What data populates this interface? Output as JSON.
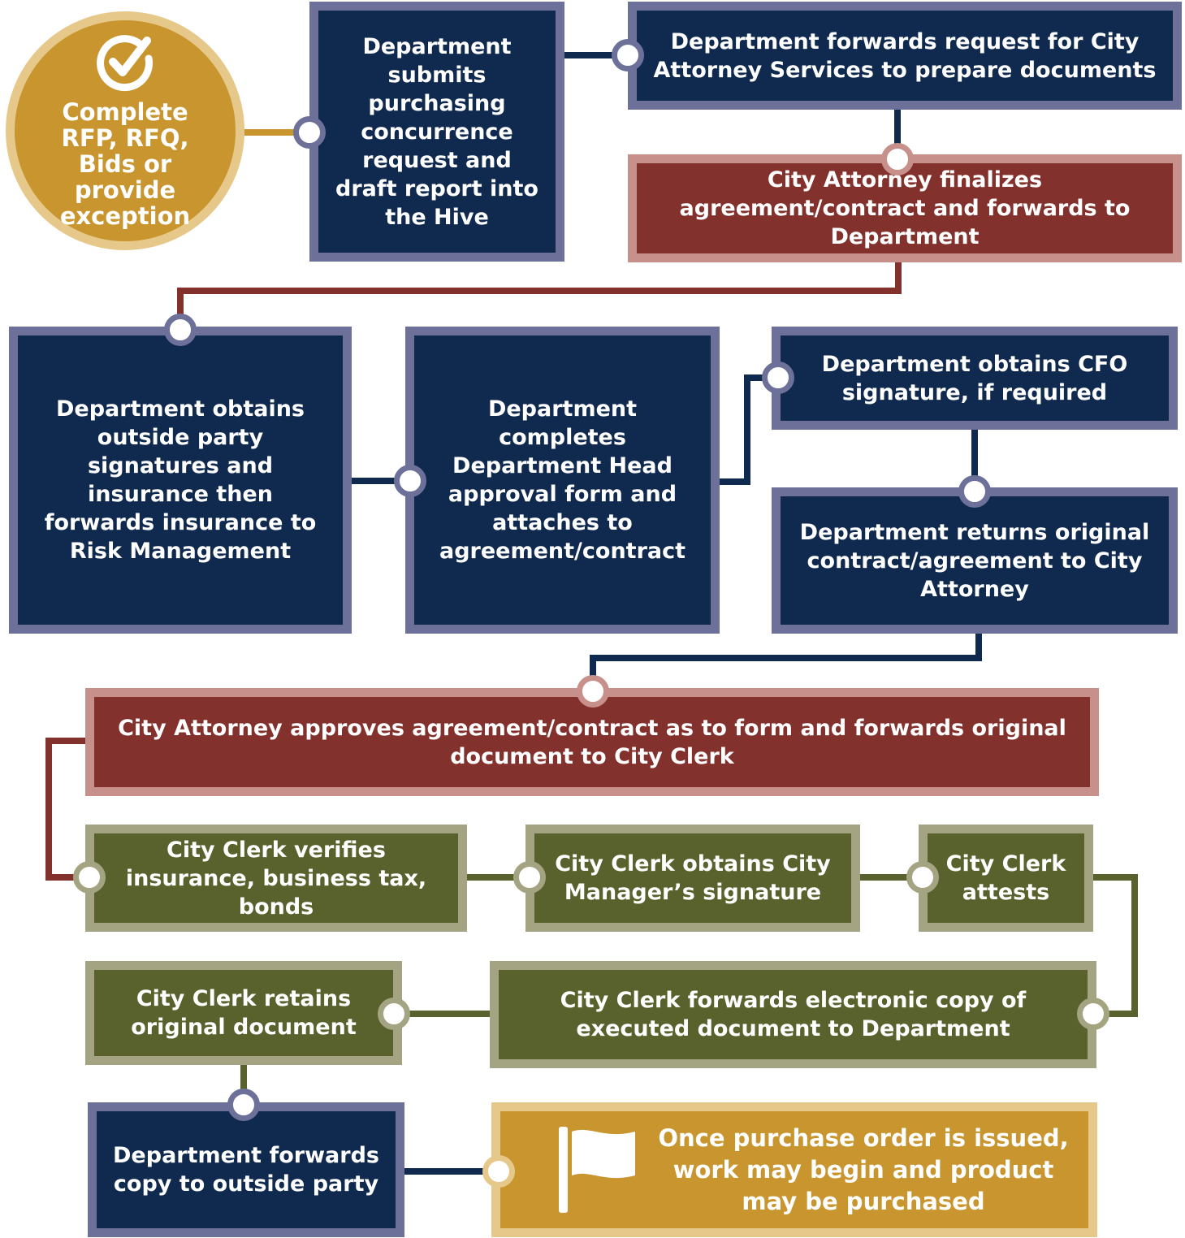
{
  "colors": {
    "navy": "#102a4f",
    "navy_border": "#6d7199",
    "red": "#83312d",
    "red_border": "#c7908a",
    "green": "#59622c",
    "green_border": "#a4a482",
    "gold": "#c9952e",
    "gold_border": "#e6c98a"
  },
  "start": {
    "icon": "checkmark-circle-icon",
    "text": "Complete RFP, RFQ, Bids or provide exception"
  },
  "steps": {
    "submit_concurrence": "Department submits purchasing concurrence request and draft report into the Hive",
    "forward_request": "Department forwards request for City Attorney Services to prepare documents",
    "attorney_finalizes": "City Attorney finalizes agreement/contract and forwards to Department",
    "outside_signatures": "Department obtains outside party signatures and insurance then forwards insurance to Risk Management",
    "head_approval": "Department completes Department Head approval form and attaches to agreement/contract",
    "cfo_signature": "Department obtains CFO signature, if required",
    "return_original": "Department returns original contract/agreement to City Attorney",
    "attorney_approves": "City Attorney approves agreement/contract as to form and forwards original document to City Clerk",
    "clerk_verifies": "City Clerk verifies insurance, business tax, bonds",
    "clerk_manager_signature": "City Clerk obtains City Manager’s signature",
    "clerk_attests": "City Clerk attests",
    "clerk_forwards_copy": "City Clerk forwards electronic copy of executed document to Department",
    "clerk_retains": "City Clerk retains original document",
    "forward_outside_party": "Department forwards copy to outside party"
  },
  "final": {
    "icon": "flag-icon",
    "text": "Once purchase order is issued, work may begin and product may be purchased"
  }
}
